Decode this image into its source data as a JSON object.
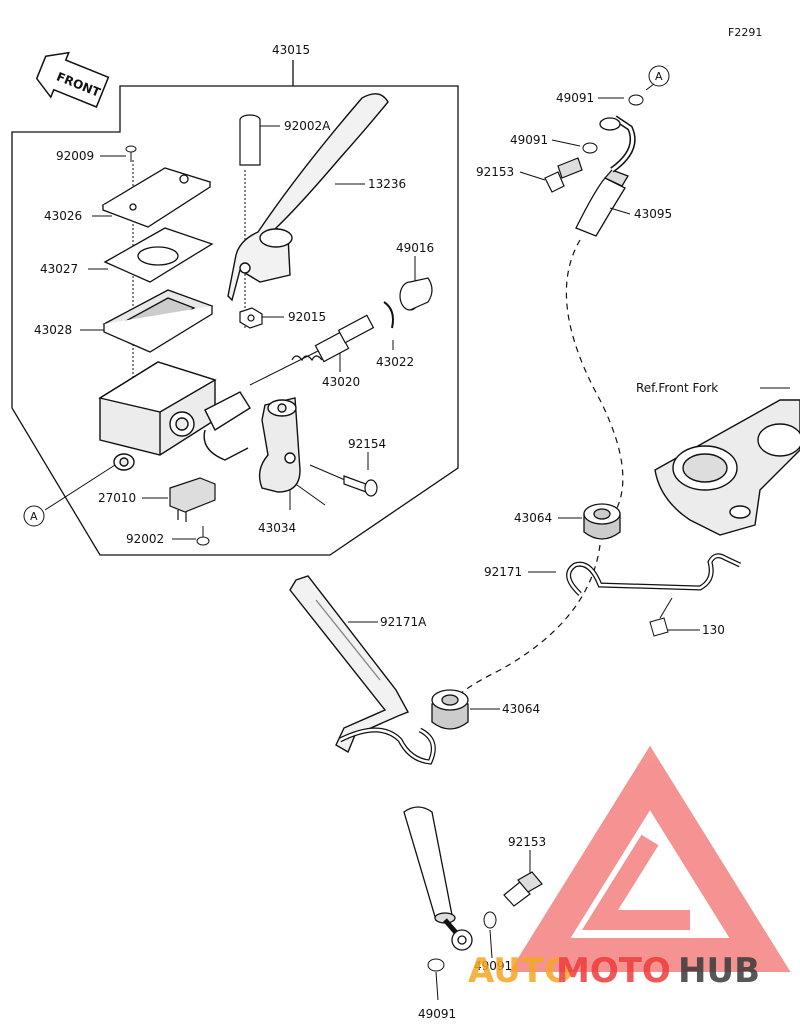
{
  "diagram": {
    "figure_code": "F2291",
    "front_label": "FRONT",
    "ref_label": "Ref.Front Fork",
    "connector_a": "A",
    "connector_a2": "A",
    "group": "43015",
    "parts": {
      "p92009": "92009",
      "p43026": "43026",
      "p43027": "43027",
      "p43028": "43028",
      "p92002A": "92002A",
      "p13236": "13236",
      "p49016": "49016",
      "p92015": "92015",
      "p43022": "43022",
      "p43020": "43020",
      "p92154": "92154",
      "p27010": "27010",
      "p92002": "92002",
      "p43034": "43034",
      "p49091_a": "49091",
      "p49091_b": "49091",
      "p92153_a": "92153",
      "p43095": "43095",
      "p43064_a": "43064",
      "p92171": "92171",
      "p130": "130",
      "p92171A": "92171A",
      "p43064_b": "43064",
      "p92153_b": "92153",
      "p49091_c": "49091",
      "p49091_d": "49091"
    }
  },
  "watermark": {
    "text_auto": "AUTO",
    "text_moto": "MOTO",
    "text_hub": "HUB",
    "color_red": "#ee3b3b",
    "color_orange": "#f5a623",
    "color_dark": "#3a3a3a"
  }
}
